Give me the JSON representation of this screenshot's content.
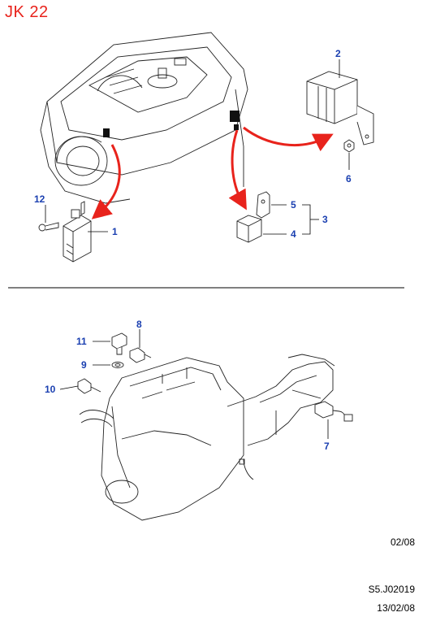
{
  "header": {
    "title": "JK 22"
  },
  "footer": {
    "date_short": "02/08",
    "code": "S5.J02019",
    "date_full": "13/02/08"
  },
  "callouts": {
    "p1": "1",
    "p2": "2",
    "p3": "3",
    "p4": "4",
    "p5": "5",
    "p6": "6",
    "p7": "7",
    "p8": "8",
    "p9": "9",
    "p10": "10",
    "p11": "11",
    "p12": "12"
  },
  "colors": {
    "title": "#e8231c",
    "arrow": "#e8231c",
    "callout": "#1a3fb0",
    "line": "#000000"
  }
}
